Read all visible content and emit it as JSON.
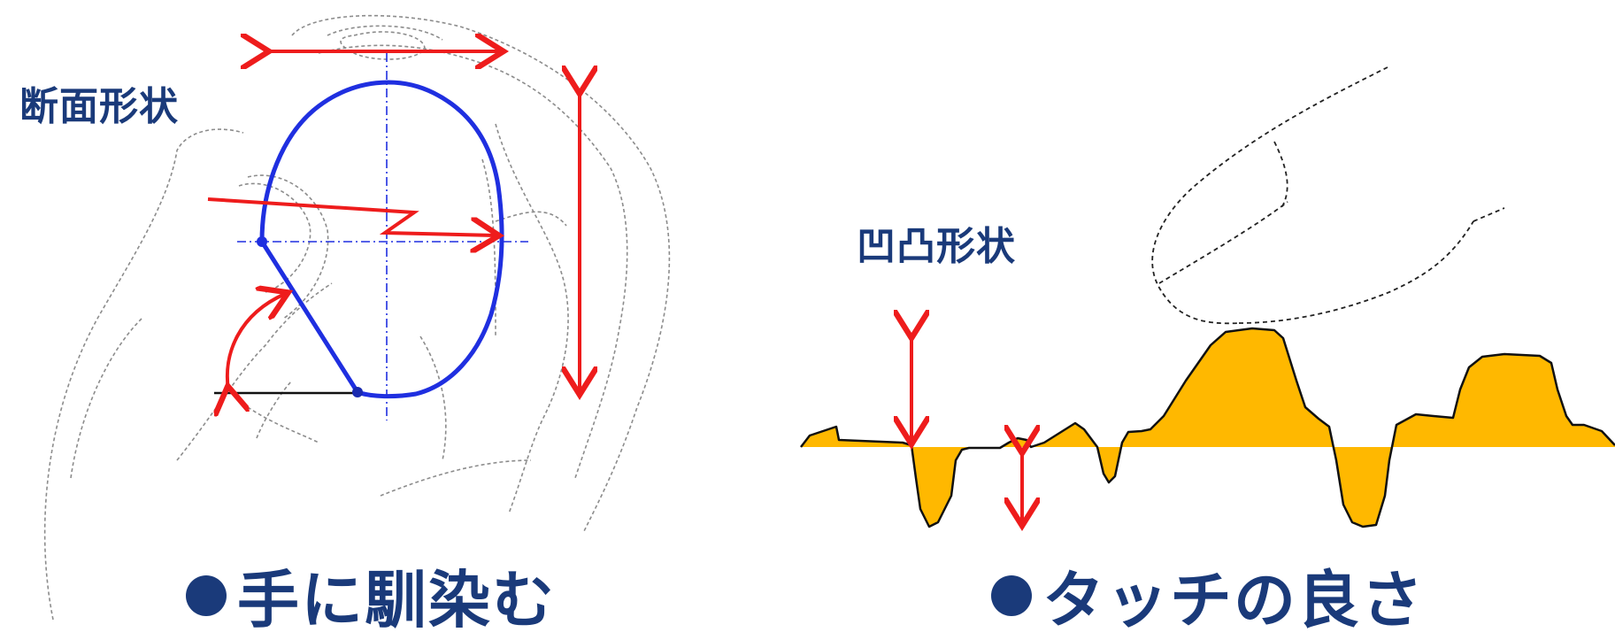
{
  "left_panel": {
    "section_label": "断面形状",
    "caption": "手に馴染む",
    "caption_bullet": "●"
  },
  "right_panel": {
    "section_label": "凹凸形状",
    "caption": "タッチの良さ",
    "caption_bullet": "●"
  },
  "colors": {
    "label_text": "#1a3a7a",
    "profile_blue": "#1f2fe0",
    "arrow_red": "#ee1c1c",
    "relief_fill": "#ffb800",
    "outline_gray": "#9a9a9a",
    "outline_black": "#111111"
  }
}
